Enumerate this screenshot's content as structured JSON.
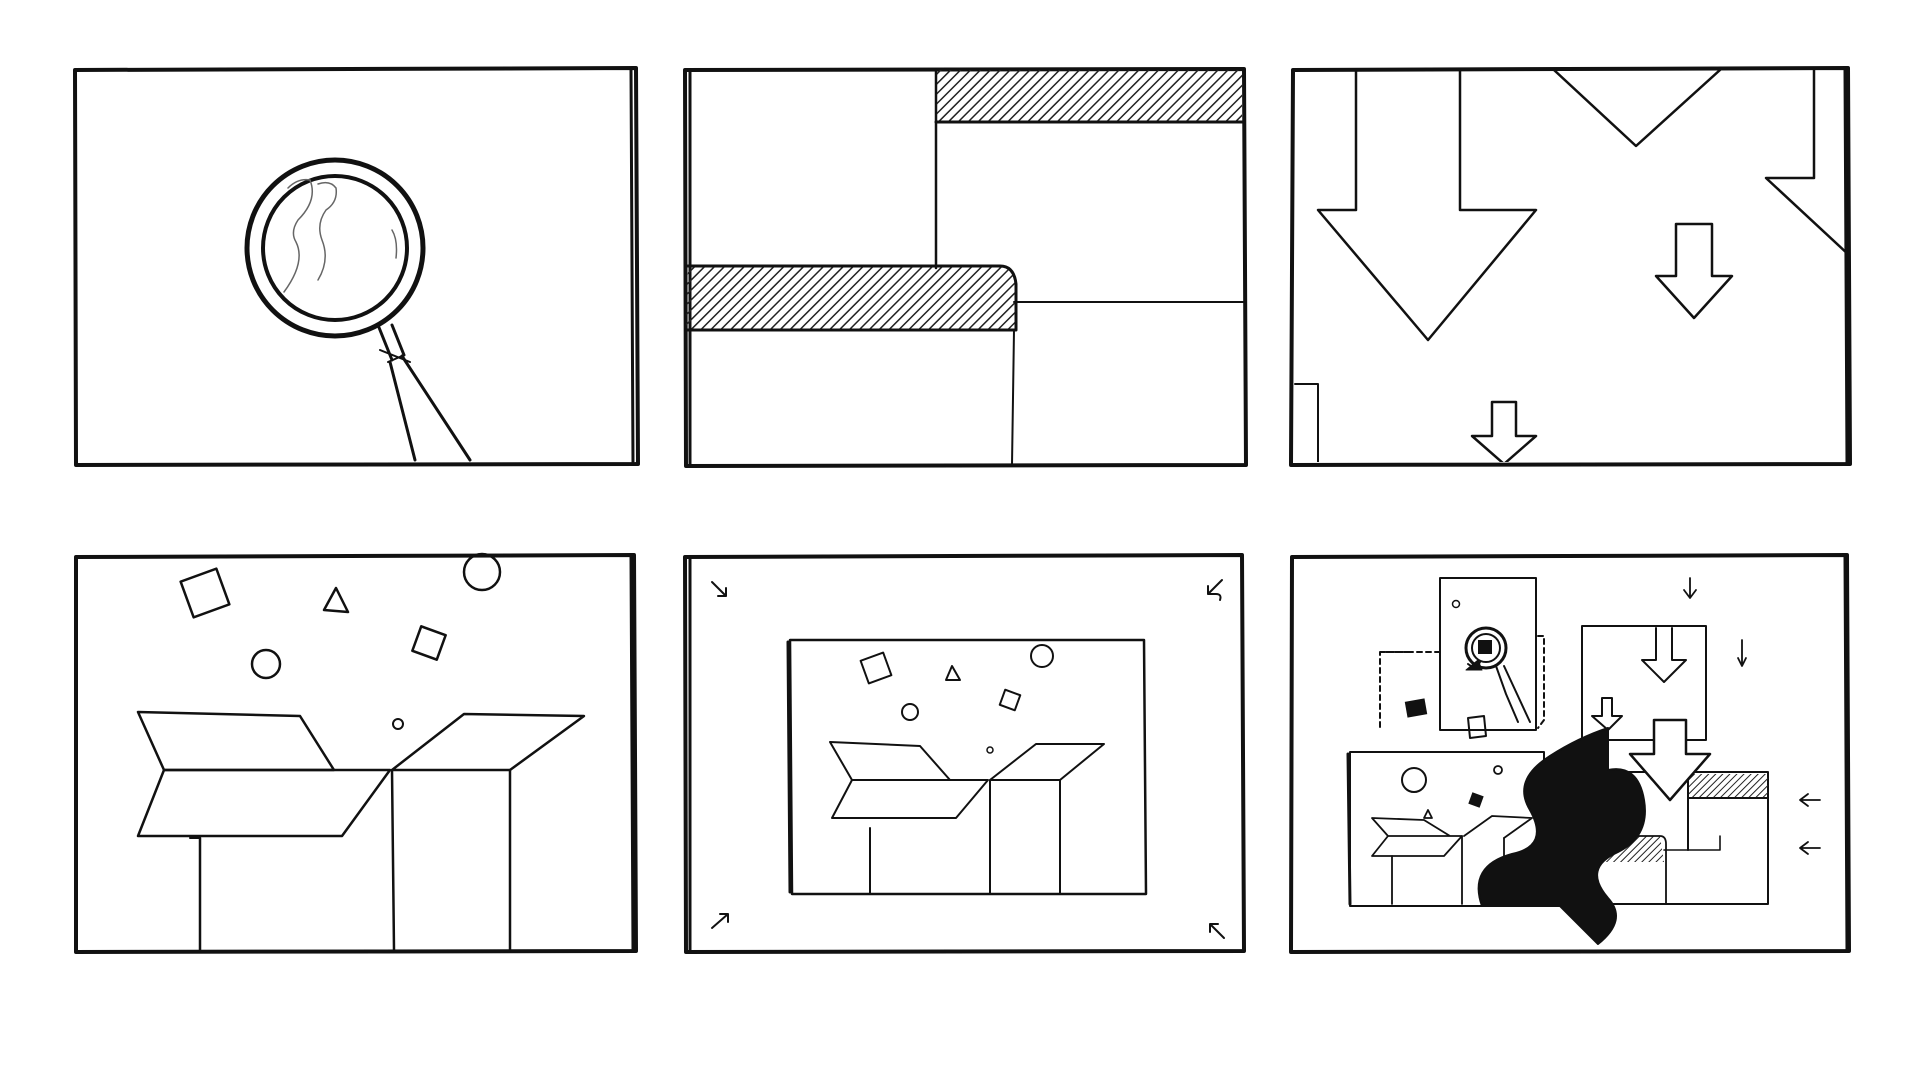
{
  "storyboard": {
    "panel_count": 6,
    "colors": {
      "background": "#ffffff",
      "ink": "#111111",
      "hatch": "#222222"
    },
    "panels": [
      {
        "id": "magnifier",
        "icon": "magnifying-glass-icon"
      },
      {
        "id": "hatched-bars",
        "icon": "hatched-bar-icon"
      },
      {
        "id": "arrows-down",
        "icon": "arrow-down-icon"
      },
      {
        "id": "open-box",
        "icon": "open-box-icon"
      },
      {
        "id": "zoom-out",
        "icon": "corner-arrow-icon"
      },
      {
        "id": "composite",
        "icon": "collage-icon"
      }
    ]
  }
}
